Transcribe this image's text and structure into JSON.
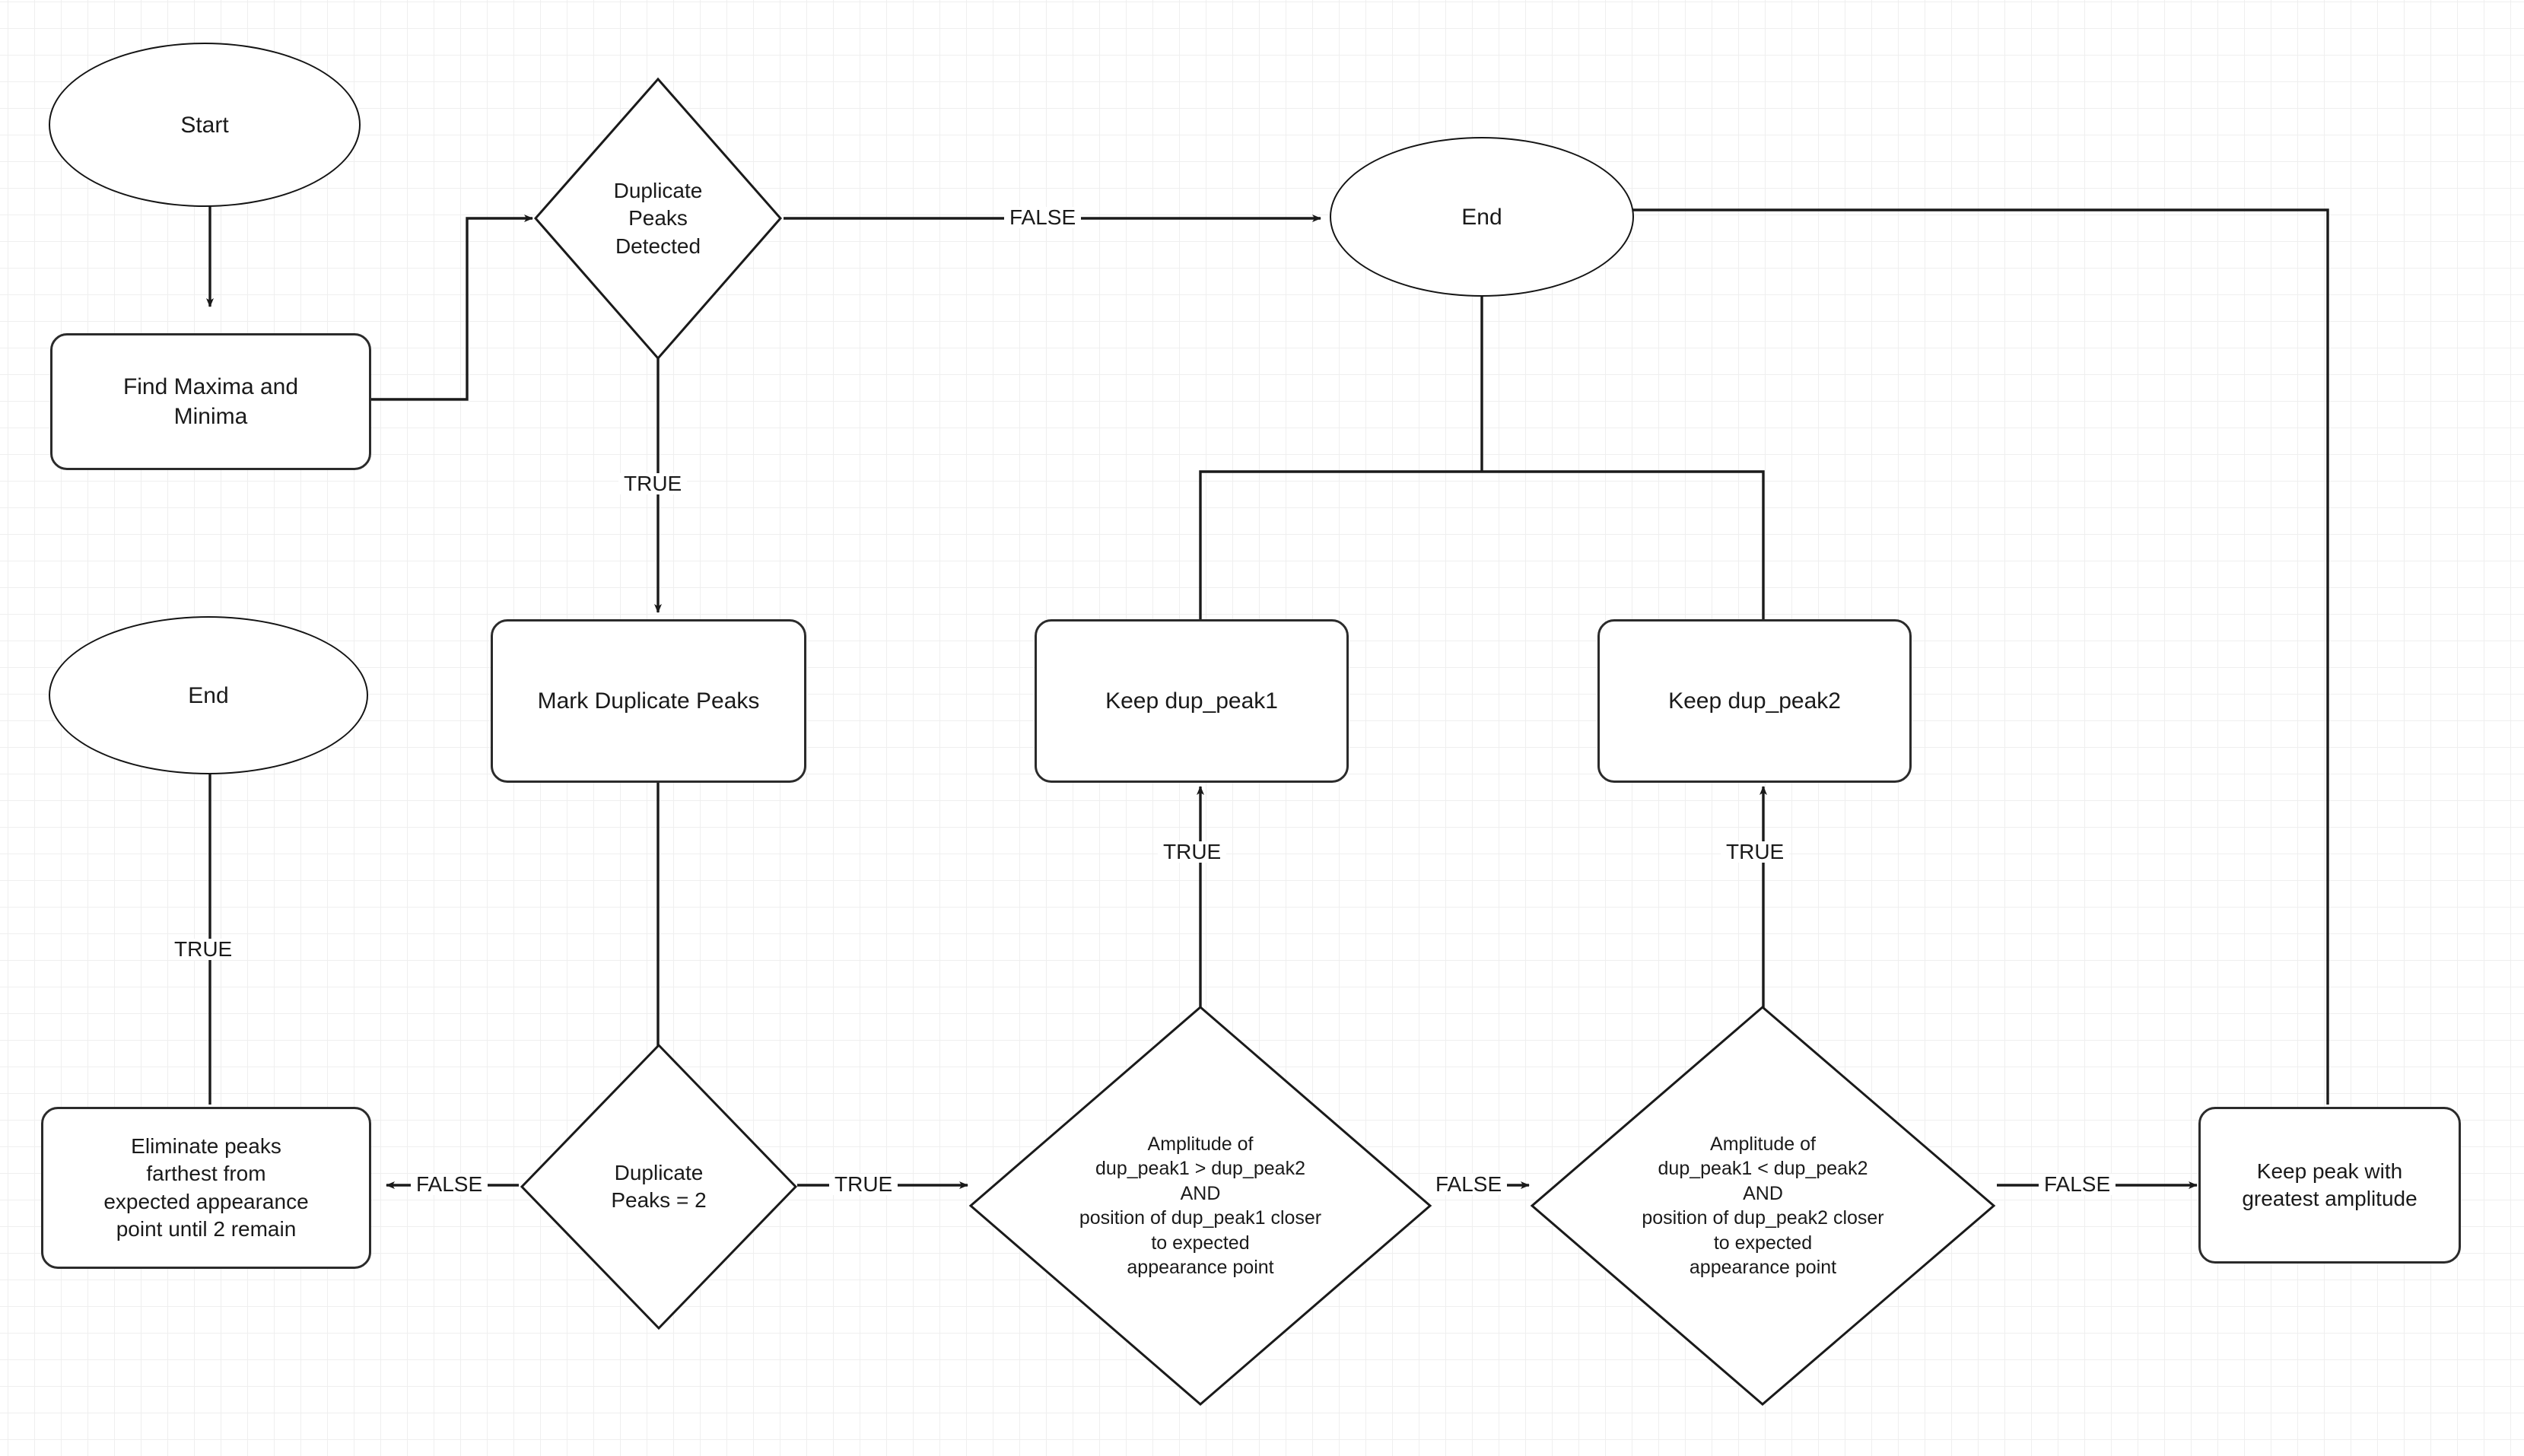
{
  "diagram": {
    "title": "Duplicate Peak Resolution Flowchart",
    "background": "#ffffff",
    "grid_color": "#e2e2e2",
    "stroke_color": "#1a1a1a",
    "nodes": [
      {
        "id": "start",
        "label": "Start",
        "shape": "ellipse"
      },
      {
        "id": "find",
        "label": "Find Maxima and Minima",
        "shape": "rounded-rect"
      },
      {
        "id": "dupdetect",
        "label": "Duplicate Peaks Detected",
        "shape": "diamond"
      },
      {
        "id": "end_top",
        "label": "End",
        "shape": "ellipse"
      },
      {
        "id": "end_left",
        "label": "End",
        "shape": "ellipse"
      },
      {
        "id": "mark",
        "label": "Mark Duplicate Peaks",
        "shape": "rounded-rect"
      },
      {
        "id": "keep1",
        "label": "Keep dup_peak1",
        "shape": "rounded-rect"
      },
      {
        "id": "keep2",
        "label": "Keep dup_peak2",
        "shape": "rounded-rect"
      },
      {
        "id": "eliminate",
        "label": "Eliminate peaks farthest from expected appearance point until 2 remain",
        "shape": "rounded-rect"
      },
      {
        "id": "dupeq2",
        "label": "Duplicate Peaks = 2",
        "shape": "diamond"
      },
      {
        "id": "cmp1",
        "label": "Amplitude of dup_peak1 > dup_peak2 AND position of dup_peak1 closer to expected appearance point",
        "shape": "diamond"
      },
      {
        "id": "cmp2",
        "label": "Amplitude of dup_peak1 < dup_peak2 AND position of dup_peak2 closer to expected appearance point",
        "shape": "diamond"
      },
      {
        "id": "keepmax",
        "label": "Keep peak with greatest amplitude",
        "shape": "rounded-rect"
      }
    ],
    "node_text": {
      "start": "Start",
      "find_line1": "Find Maxima and",
      "find_line2": "Minima",
      "dupdetect_line1": "Duplicate",
      "dupdetect_line2": "Peaks",
      "dupdetect_line3": "Detected",
      "end_top": "End",
      "end_left": "End",
      "mark": "Mark Duplicate Peaks",
      "keep1": "Keep dup_peak1",
      "keep2": "Keep dup_peak2",
      "eliminate_line1": "Eliminate peaks",
      "eliminate_line2": "farthest from",
      "eliminate_line3": "expected appearance",
      "eliminate_line4": "point until 2 remain",
      "dupeq2_line1": "Duplicate",
      "dupeq2_line2": "Peaks = 2",
      "cmp1_line1": "Amplitude of",
      "cmp1_line2": "dup_peak1 > dup_peak2",
      "cmp1_line3": "AND",
      "cmp1_line4": "position of dup_peak1 closer",
      "cmp1_line5": "to expected",
      "cmp1_line6": "appearance point",
      "cmp2_line1": "Amplitude of",
      "cmp2_line2": "dup_peak1 < dup_peak2",
      "cmp2_line3": "AND",
      "cmp2_line4": "position of dup_peak2 closer",
      "cmp2_line5": "to expected",
      "cmp2_line6": "appearance point",
      "keepmax_line1": "Keep peak with",
      "keepmax_line2": "greatest amplitude"
    },
    "edge_labels": {
      "dupdetect_false": "FALSE",
      "dupdetect_true": "TRUE",
      "dupeq2_false": "FALSE",
      "dupeq2_true": "TRUE",
      "eliminate_true": "TRUE",
      "cmp1_true": "TRUE",
      "cmp1_false": "FALSE",
      "cmp2_true": "TRUE",
      "cmp2_false": "FALSE"
    },
    "edges": [
      {
        "from": "start",
        "to": "find",
        "label": ""
      },
      {
        "from": "find",
        "to": "dupdetect",
        "label": ""
      },
      {
        "from": "dupdetect",
        "to": "end_top",
        "label": "FALSE"
      },
      {
        "from": "dupdetect",
        "to": "mark",
        "label": "TRUE"
      },
      {
        "from": "mark",
        "to": "dupeq2",
        "label": ""
      },
      {
        "from": "dupeq2",
        "to": "eliminate",
        "label": "FALSE"
      },
      {
        "from": "dupeq2",
        "to": "cmp1",
        "label": "TRUE"
      },
      {
        "from": "eliminate",
        "to": "end_left",
        "label": "TRUE"
      },
      {
        "from": "cmp1",
        "to": "keep1",
        "label": "TRUE"
      },
      {
        "from": "cmp1",
        "to": "cmp2",
        "label": "FALSE"
      },
      {
        "from": "cmp2",
        "to": "keep2",
        "label": "TRUE"
      },
      {
        "from": "cmp2",
        "to": "keepmax",
        "label": "FALSE"
      },
      {
        "from": "keep1",
        "to": "end_top",
        "label": ""
      },
      {
        "from": "keep2",
        "to": "end_top",
        "label": ""
      },
      {
        "from": "keepmax",
        "to": "end_top",
        "label": ""
      }
    ]
  }
}
